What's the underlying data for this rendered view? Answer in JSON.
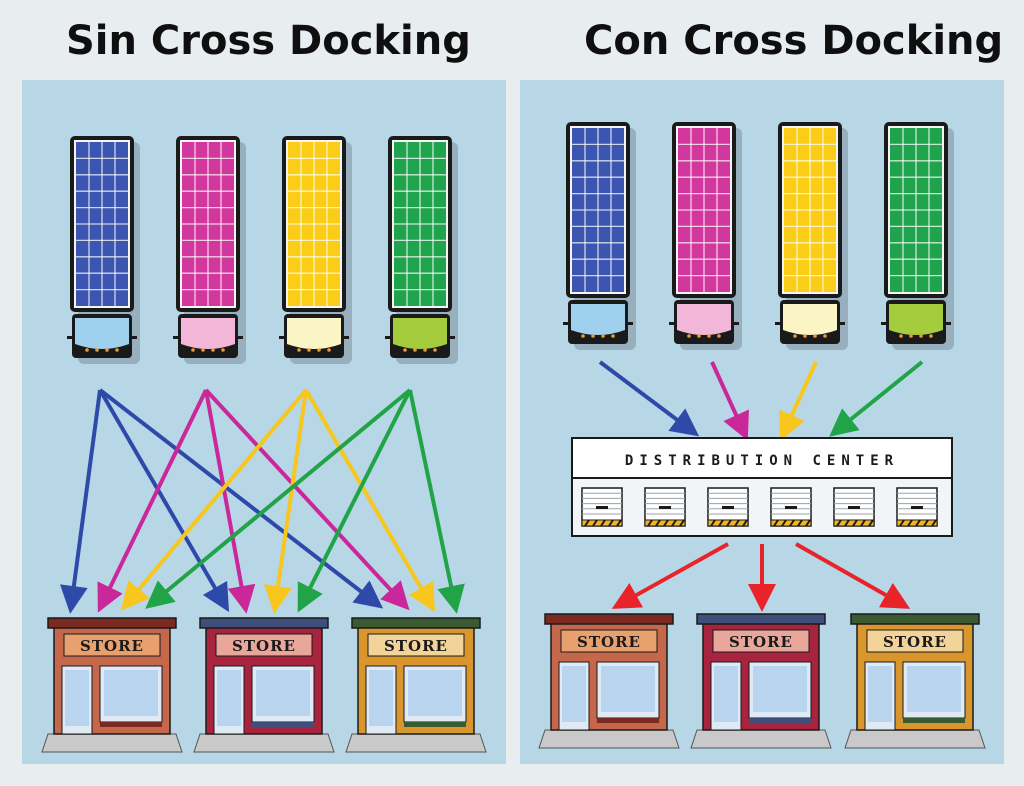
{
  "titles": {
    "left": "Sin Cross Docking",
    "right": "Con Cross Docking"
  },
  "labels": {
    "store": "STORE",
    "distribution_center": "DISTRIBUTION CENTER"
  },
  "colors": {
    "background": "#e8edf0",
    "panel": "#b7d6e6",
    "blue": "#2e4aa8",
    "magenta": "#c9279a",
    "yellow": "#f7c71e",
    "green": "#21a447",
    "red": "#e8242a"
  },
  "trucks": [
    {
      "color": "blue",
      "cargo": "#3b55b0",
      "cab": "#9fd0ee"
    },
    {
      "color": "magenta",
      "cargo": "#d2379e",
      "cab": "#f2b6d8"
    },
    {
      "color": "yellow",
      "cargo": "#fccd16",
      "cab": "#fbf4c4"
    },
    {
      "color": "green",
      "cargo": "#1fa34c",
      "cab": "#a4cc3c"
    }
  ],
  "stores": [
    {
      "style": "brown",
      "body": "#c4674a",
      "roof": "#7a2a20",
      "panel": "#e8a06e"
    },
    {
      "style": "crimson",
      "body": "#a8233e",
      "roof": "#3e4f7c",
      "panel": "#e9a79c"
    },
    {
      "style": "orange",
      "body": "#d9962c",
      "roof": "#3a5a32",
      "panel": "#f2d49a"
    }
  ]
}
